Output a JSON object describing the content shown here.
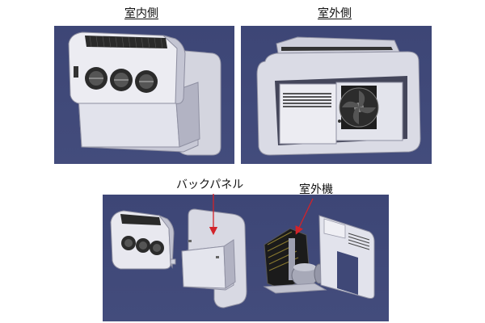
{
  "labels": {
    "indoor": "室内側",
    "outdoor": "室外側",
    "back_panel": "バックパネル",
    "outdoor_unit": "室外機"
  },
  "colors": {
    "panel_bg": "#3f4877",
    "body_light": "#e6e6ee",
    "body_shade": "#b9bac8",
    "dark": "#2a2a2a",
    "arrow": "#d2232a"
  }
}
